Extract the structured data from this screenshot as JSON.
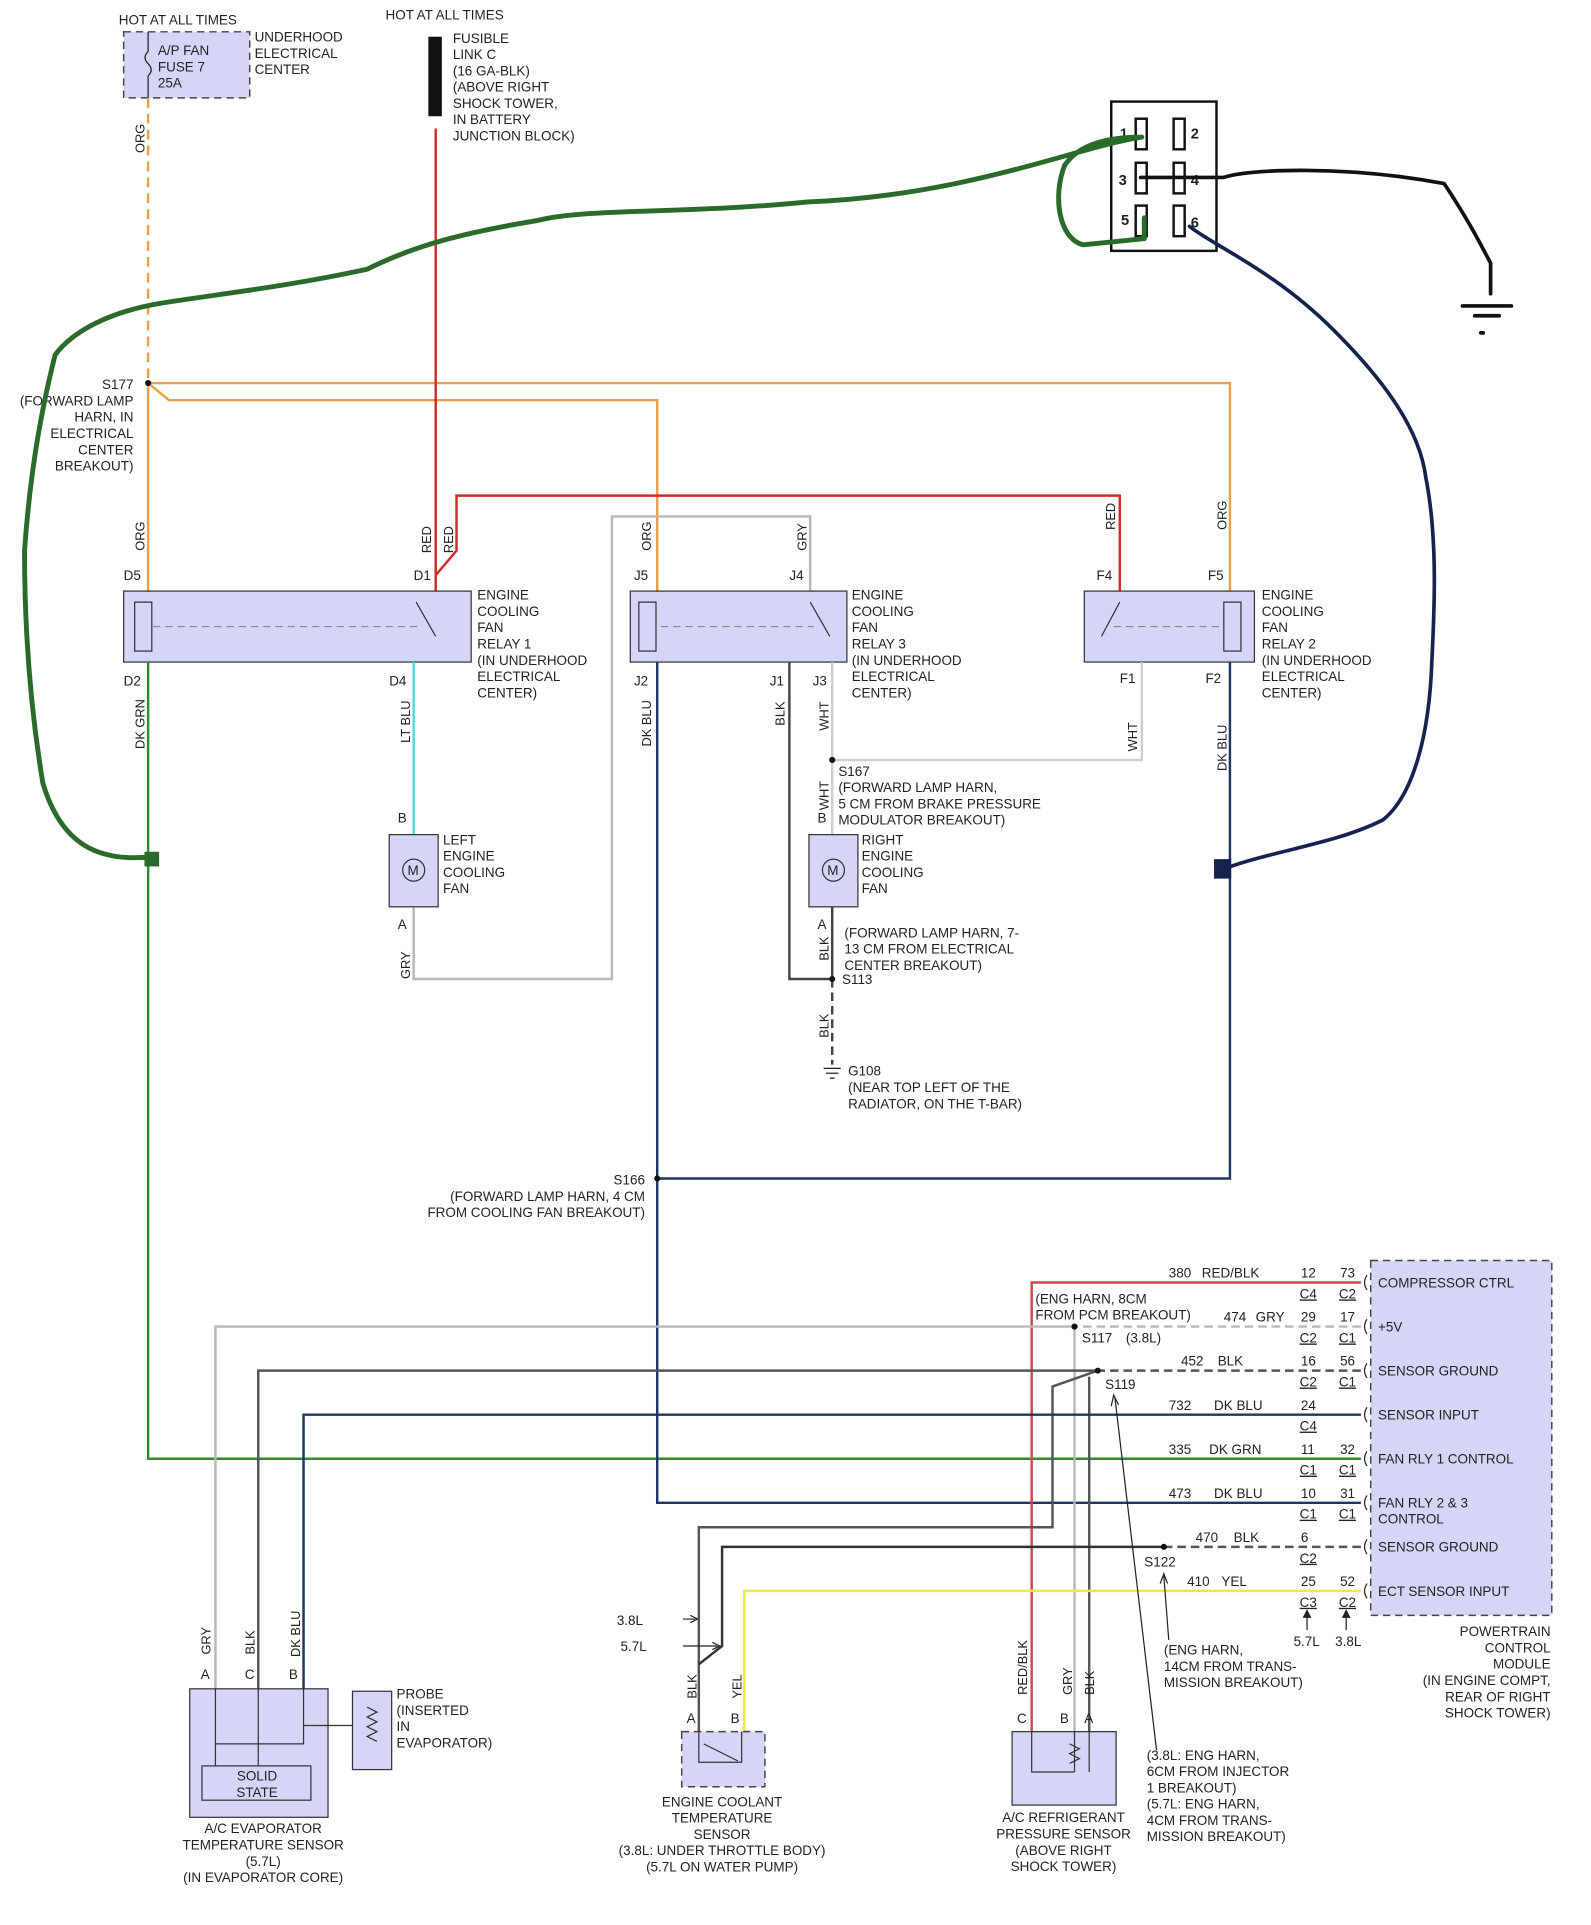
{
  "colors": {
    "org": "#e8a04a",
    "red": "#d02a2a",
    "gry": "#b8b8b8",
    "dkgrn": "#2e8b2e",
    "dkblu": "#1f3566",
    "ltblu": "#4fd8e8",
    "blk": "#444444",
    "yel": "#f2ea3a",
    "redblk": "#c84a4a",
    "hand_green": "#2a6a2a",
    "hand_navy": "#16234f",
    "fill": "#d5d5f7"
  },
  "top": {
    "hot1": "HOT AT ALL TIMES",
    "fuse": [
      "A/P FAN",
      "FUSE 7",
      "25A"
    ],
    "fuse_loc": [
      "UNDERHOOD",
      "ELECTRICAL",
      "CENTER"
    ],
    "hot2": "HOT AT ALL TIMES",
    "fusible": [
      "FUSIBLE",
      "LINK C",
      "(16 GA-BLK)",
      "(ABOVE RIGHT",
      "SHOCK TOWER,",
      "IN BATTERY",
      "JUNCTION BLOCK)"
    ]
  },
  "splices": {
    "s177": [
      "S177",
      "(FORWARD LAMP",
      "HARN, IN",
      "ELECTRICAL",
      "CENTER",
      "BREAKOUT)"
    ],
    "s167": [
      "S167",
      "(FORWARD LAMP HARN,",
      "5 CM FROM BRAKE PRESSURE",
      "MODULATOR BREAKOUT)"
    ],
    "s113_note": [
      "(FORWARD LAMP HARN, 7-",
      "13 CM FROM ELECTRICAL",
      "CENTER BREAKOUT)"
    ],
    "s113": "S113",
    "g108": [
      "G108",
      "(NEAR TOP LEFT OF THE",
      "RADIATOR, ON THE T-BAR)"
    ],
    "s166": [
      "S166",
      "(FORWARD LAMP HARN, 4 CM",
      "FROM COOLING FAN BREAKOUT)"
    ],
    "s117_note": [
      "(ENG HARN, 8CM",
      "FROM PCM BREAKOUT)"
    ],
    "s117": "S117",
    "s117_var": "(3.8L)",
    "s119": "S119",
    "s122": "S122",
    "s122_note": [
      "(ENG HARN,",
      "14CM FROM TRANS-",
      "MISSION BREAKOUT)"
    ],
    "s119_note": [
      "(3.8L: ENG HARN,",
      "6CM FROM INJECTOR",
      "1 BREAKOUT)",
      "(5.7L: ENG HARN,",
      "4CM FROM TRANS-",
      "MISSION BREAKOUT)"
    ]
  },
  "relays": {
    "r1": [
      "ENGINE",
      "COOLING",
      "FAN",
      "RELAY 1",
      "(IN UNDERHOOD",
      "ELECTRICAL",
      "CENTER)"
    ],
    "r3": [
      "ENGINE",
      "COOLING",
      "FAN",
      "RELAY 3",
      "(IN UNDERHOOD",
      "ELECTRICAL",
      "CENTER)"
    ],
    "r2": [
      "ENGINE",
      "COOLING",
      "FAN",
      "RELAY 2",
      "(IN UNDERHOOD",
      "ELECTRICAL",
      "CENTER)"
    ],
    "pins": {
      "d5": "D5",
      "d1": "D1",
      "d2": "D2",
      "d4": "D4",
      "j5": "J5",
      "j4": "J4",
      "j2": "J2",
      "j1": "J1",
      "j3": "J3",
      "f4": "F4",
      "f5": "F5",
      "f1": "F1",
      "f2": "F2"
    }
  },
  "wire_labels": {
    "org": "ORG",
    "red": "RED",
    "gry": "GRY",
    "dkgrn": "DK GRN",
    "ltblu": "LT BLU",
    "dkblu": "DK BLU",
    "blk": "BLK",
    "wht": "WHT",
    "yel": "YEL",
    "redblk": "RED/BLK"
  },
  "motors": {
    "left": [
      "LEFT",
      "ENGINE",
      "COOLING",
      "FAN"
    ],
    "right": [
      "RIGHT",
      "ENGINE",
      "COOLING",
      "FAN"
    ],
    "m": "M",
    "a": "A",
    "b": "B"
  },
  "pcm": {
    "rows": [
      {
        "circuit": "380",
        "color": "RED/BLK",
        "pin1": "12",
        "conn1": "C4",
        "pin2": "73",
        "conn2": "C2",
        "label": "COMPRESSOR CTRL"
      },
      {
        "circuit": "474",
        "color": "GRY",
        "pin1": "29",
        "conn1": "C2",
        "pin2": "17",
        "conn2": "C1",
        "label": "+5V"
      },
      {
        "circuit": "452",
        "color": "BLK",
        "pin1": "16",
        "conn1": "C2",
        "pin2": "56",
        "conn2": "C1",
        "label": "SENSOR GROUND"
      },
      {
        "circuit": "732",
        "color": "DK BLU",
        "pin1": "24",
        "conn1": "C4",
        "pin2": "",
        "conn2": "",
        "label": "SENSOR INPUT"
      },
      {
        "circuit": "335",
        "color": "DK GRN",
        "pin1": "11",
        "conn1": "C1",
        "pin2": "32",
        "conn2": "C1",
        "label": "FAN RLY 1 CONTROL"
      },
      {
        "circuit": "473",
        "color": "DK BLU",
        "pin1": "10",
        "conn1": "C1",
        "pin2": "31",
        "conn2": "C1",
        "label": "FAN RLY 2 & 3",
        "label2": "CONTROL"
      },
      {
        "circuit": "470",
        "color": "BLK",
        "pin1": "6",
        "conn1": "C2",
        "pin2": "",
        "conn2": "",
        "label": "SENSOR GROUND"
      },
      {
        "circuit": "410",
        "color": "YEL",
        "pin1": "25",
        "conn1": "C3",
        "pin2": "52",
        "conn2": "C2",
        "label": "ECT SENSOR INPUT"
      }
    ],
    "v57": "5.7L",
    "v38": "3.8L",
    "name": [
      "POWERTRAIN",
      "CONTROL",
      "MODULE",
      "(IN ENGINE COMPT,",
      "REAR OF RIGHT",
      "SHOCK TOWER)"
    ]
  },
  "sensors": {
    "evap": {
      "solid": [
        "SOLID",
        "STATE"
      ],
      "probe": [
        "PROBE",
        "(INSERTED",
        "IN",
        "EVAPORATOR)"
      ],
      "caption": [
        "A/C EVAPORATOR",
        "TEMPERATURE SENSOR",
        "(5.7L)",
        "(IN EVAPORATOR CORE)"
      ],
      "a": "A",
      "b": "B",
      "c": "C"
    },
    "ect": {
      "v38": "3.8L",
      "v57": "5.7L",
      "caption": [
        "ENGINE COOLANT",
        "TEMPERATURE",
        "SENSOR",
        "(3.8L: UNDER THROTTLE BODY)",
        "(5.7L ON WATER PUMP)"
      ],
      "a": "A",
      "b": "B"
    },
    "press": {
      "caption": [
        "A/C REFRIGERANT",
        "PRESSURE SENSOR",
        "(ABOVE RIGHT",
        "SHOCK TOWER)"
      ],
      "a": "A",
      "b": "B",
      "c": "C"
    }
  },
  "hand_connector": {
    "pins": [
      "1",
      "2",
      "3",
      "4",
      "5",
      "6"
    ]
  }
}
